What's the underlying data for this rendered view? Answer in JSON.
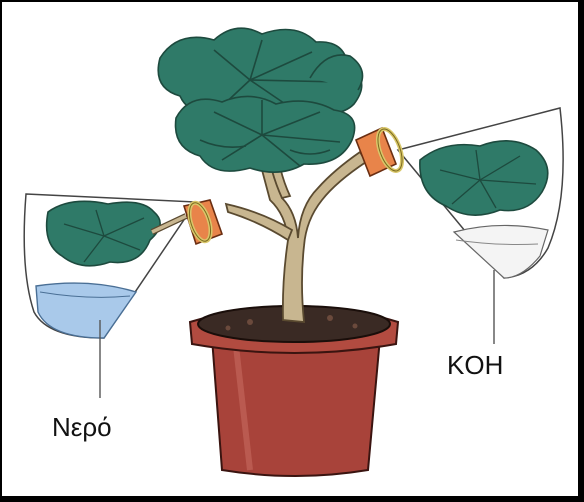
{
  "labels": {
    "water": "Νερό",
    "koh": "KOH"
  },
  "colors": {
    "leaf": "#2f7a68",
    "leaf_vein": "#1d4a3e",
    "stem": "#c8b690",
    "stopper": "#e8844a",
    "ring": "#d9c76a",
    "pot": "#a8433a",
    "soil": "#3a2a24",
    "water": "#a9c9ea"
  },
  "icons": {
    "plant": "plant-illustration"
  }
}
